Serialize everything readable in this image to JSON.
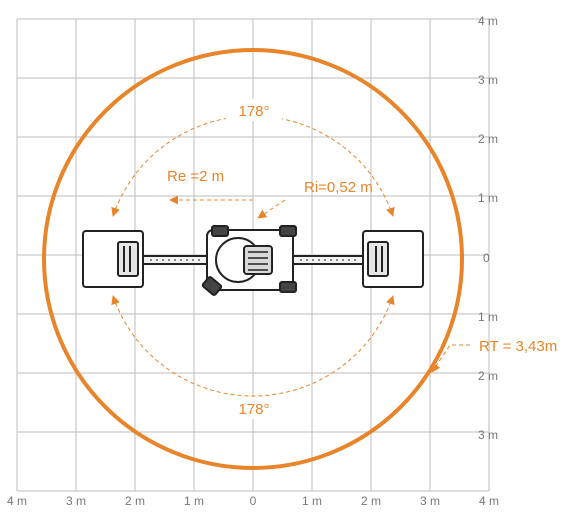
{
  "colors": {
    "accent": "#e8852a",
    "grid": "#bdbdbd",
    "tick_text": "#777777",
    "machine": "#222222"
  },
  "axes": {
    "x_ticks": [
      "4 m",
      "3 m",
      "2 m",
      "1 m",
      "0",
      "1 m",
      "2 m",
      "3 m",
      "4 m"
    ],
    "y_ticks": [
      "4 m",
      "3 m",
      "2 m",
      "1 m",
      "0",
      "1 m",
      "2 m",
      "3 m"
    ]
  },
  "annotations": {
    "angle_top": "178°",
    "angle_bottom": "178°",
    "outer_turning_radius": "Re =2 m",
    "inner_turning_radius": "Ri=0,52 m",
    "total_radius": "RT = 3,43m"
  }
}
